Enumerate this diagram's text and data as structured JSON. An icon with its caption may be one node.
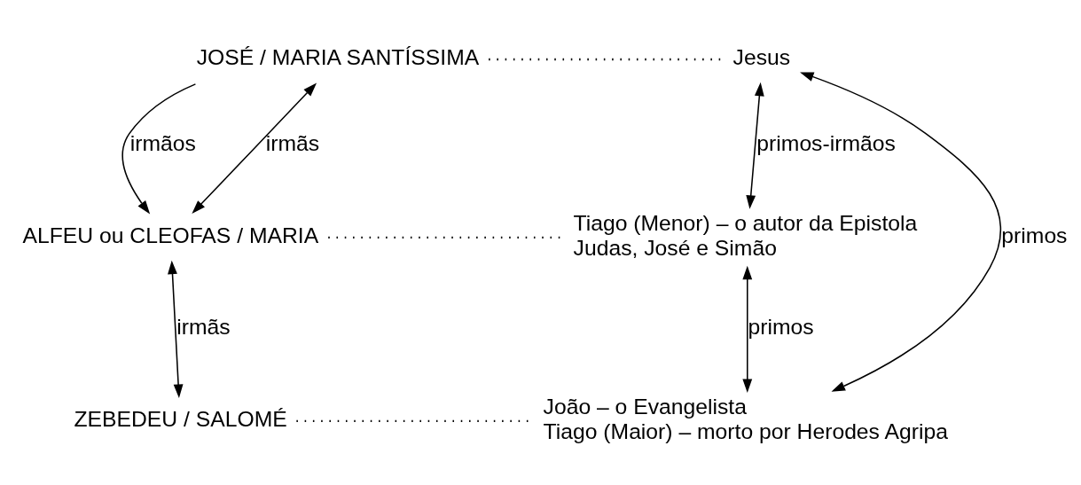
{
  "diagram": {
    "nodes": [
      {
        "text": [
          "JOSÉ / MARIA SANTÍSSIMA"
        ]
      },
      {
        "text": [
          "Jesus"
        ]
      },
      {
        "text": [
          "ALFEU ou CLEOFAS / MARIA"
        ]
      },
      {
        "text": [
          "Tiago (Menor) – o autor da Epistola",
          "Judas, José e Simão"
        ]
      },
      {
        "text": [
          "ZEBEDEU / SALOMÉ"
        ]
      },
      {
        "text": [
          "João – o Evangelista",
          "Tiago (Maior) – morto por Herodes Agripa"
        ]
      }
    ],
    "edges": [
      {
        "from": 0,
        "to": 1,
        "arrow": "none",
        "style": "dashed"
      },
      {
        "from": 0,
        "to": 2,
        "arrow": "to",
        "label": "irmãos"
      },
      {
        "from": 0,
        "to": 2,
        "arrow": "both",
        "label": "irmãs"
      },
      {
        "from": 1,
        "to": 5,
        "arrow": "both",
        "label": "primos"
      },
      {
        "from": 1,
        "to": 3,
        "arrow": "both",
        "label": "primos-irmãos"
      },
      {
        "from": 2,
        "to": 3,
        "arrow": "none",
        "style": "dashed"
      },
      {
        "from": 2,
        "to": 4,
        "arrow": "both",
        "label": "irmãs"
      },
      {
        "from": 3,
        "to": 5,
        "arrow": "both",
        "label": "primos"
      },
      {
        "from": 4,
        "to": 5,
        "arrow": "none",
        "style": "dashed"
      }
    ]
  }
}
